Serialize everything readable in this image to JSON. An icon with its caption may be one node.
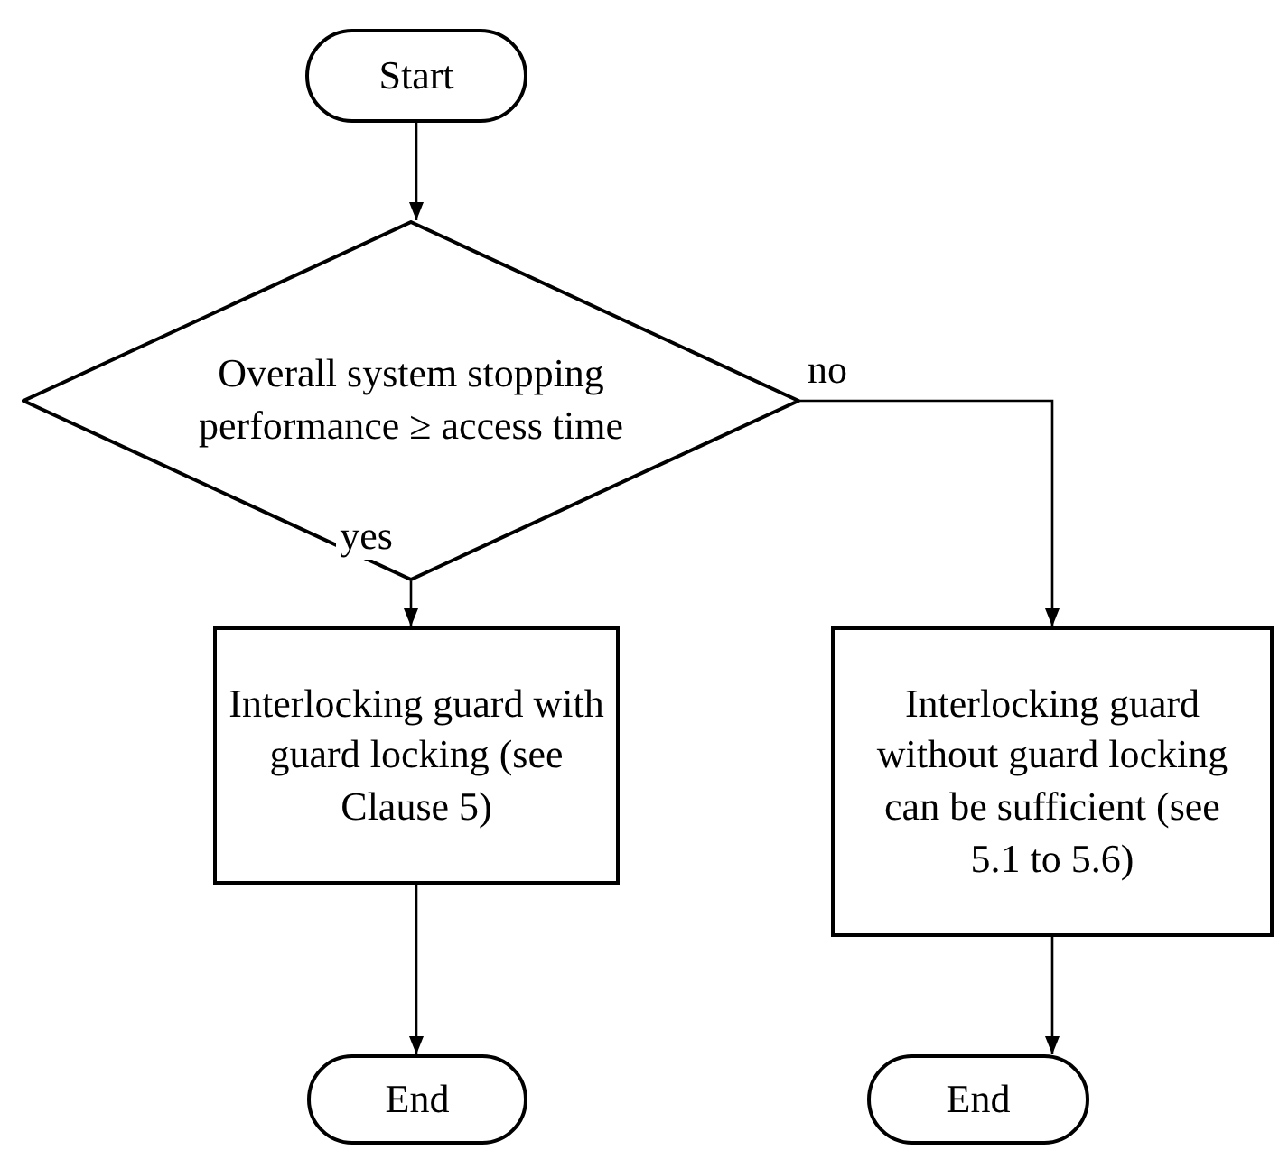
{
  "diagram": {
    "nodes": [
      {
        "text": [
          "Start"
        ]
      },
      {
        "text": [
          "Overall system stopping performance ≥ access time"
        ]
      },
      {
        "text": [
          "Interlocking guard with guard locking (see Clause 5)"
        ]
      },
      {
        "text": [
          "Interlocking guard without guard locking can be sufficient (see 5.1 to 5.6)"
        ]
      },
      {
        "text": [
          "End"
        ]
      },
      {
        "text": [
          "End"
        ]
      }
    ],
    "edges": [
      {
        "from": 0,
        "to": 1,
        "arrow": "to"
      },
      {
        "from": 1,
        "to": 2,
        "label": "yes",
        "arrow": "to"
      },
      {
        "from": 1,
        "to": 3,
        "label": "no",
        "arrow": "to"
      },
      {
        "from": 2,
        "to": 4,
        "arrow": "to"
      },
      {
        "from": 3,
        "to": 5,
        "arrow": "to"
      }
    ]
  }
}
